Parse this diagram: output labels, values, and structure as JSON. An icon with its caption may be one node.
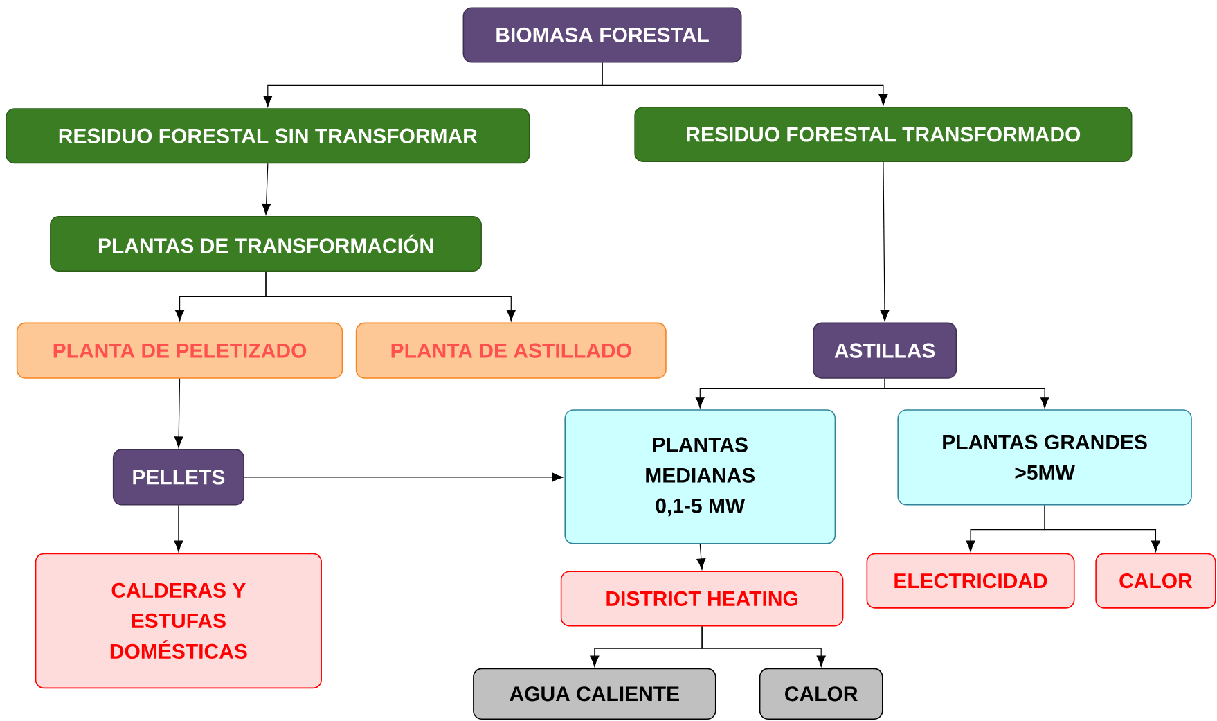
{
  "diagram": {
    "nodes": [
      {
        "text": [
          "BIOMASA FORESTAL"
        ]
      },
      {
        "text": [
          "RESIDUO FORESTAL SIN TRANSFORMAR"
        ]
      },
      {
        "text": [
          "RESIDUO FORESTAL TRANSFORMADO"
        ]
      },
      {
        "text": [
          "PLANTAS DE TRANSFORMACIÓN"
        ]
      },
      {
        "text": [
          "PLANTA DE PELETIZADO"
        ]
      },
      {
        "text": [
          "PLANTA DE ASTILLADO"
        ]
      },
      {
        "text": [
          "ASTILLAS"
        ]
      },
      {
        "text": [
          "PELLETS"
        ]
      },
      {
        "text": [
          "PLANTAS MEDIANAS 0,1-5 MW"
        ]
      },
      {
        "text": [
          "PLANTAS GRANDES >5MW"
        ]
      },
      {
        "text": [
          "CALDERAS Y ESTUFAS DOMÉSTICAS"
        ]
      },
      {
        "text": [
          "DISTRICT HEATING"
        ]
      },
      {
        "text": [
          "ELECTRICIDAD"
        ]
      },
      {
        "text": [
          "CALOR"
        ]
      },
      {
        "text": [
          "AGUA CALIENTE"
        ]
      },
      {
        "text": [
          "CALOR"
        ]
      }
    ],
    "edges": [
      {
        "from": 0,
        "to": 1,
        "arrow": "to"
      },
      {
        "from": 0,
        "to": 2,
        "arrow": "to"
      },
      {
        "from": 1,
        "to": 3,
        "arrow": "to"
      },
      {
        "from": 3,
        "to": 4,
        "arrow": "to"
      },
      {
        "from": 3,
        "to": 5,
        "arrow": "to"
      },
      {
        "from": 2,
        "to": 6,
        "arrow": "to"
      },
      {
        "from": 4,
        "to": 7,
        "arrow": "to"
      },
      {
        "from": 7,
        "to": 8,
        "arrow": "to"
      },
      {
        "from": 7,
        "to": 10,
        "arrow": "to"
      },
      {
        "from": 6,
        "to": 8,
        "arrow": "to"
      },
      {
        "from": 6,
        "to": 9,
        "arrow": "to"
      },
      {
        "from": 8,
        "to": 11,
        "arrow": "to"
      },
      {
        "from": 9,
        "to": 12,
        "arrow": "to"
      },
      {
        "from": 9,
        "to": 13,
        "arrow": "to"
      },
      {
        "from": 11,
        "to": 14,
        "arrow": "to"
      },
      {
        "from": 11,
        "to": 15,
        "arrow": "to"
      }
    ]
  }
}
